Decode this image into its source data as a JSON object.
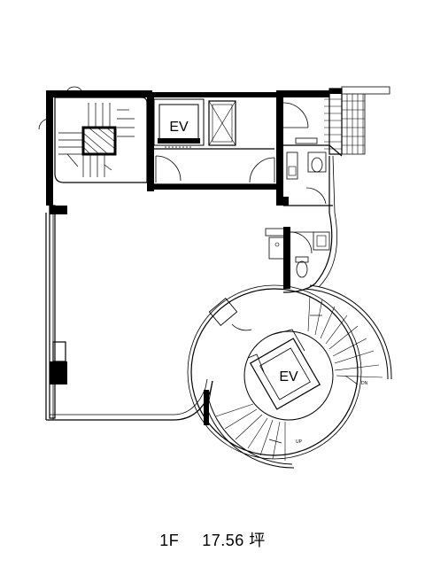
{
  "plan": {
    "labels": {
      "elevator_top": "EV",
      "elevator_center": "EV"
    },
    "stair_marks": {
      "up_small": "UP",
      "dn_small": "DN"
    }
  },
  "caption": {
    "floor": "1F",
    "area": "17.56 坪"
  },
  "colors": {
    "line": "#000000",
    "fill": "#ffffff",
    "wall": "#000000"
  }
}
